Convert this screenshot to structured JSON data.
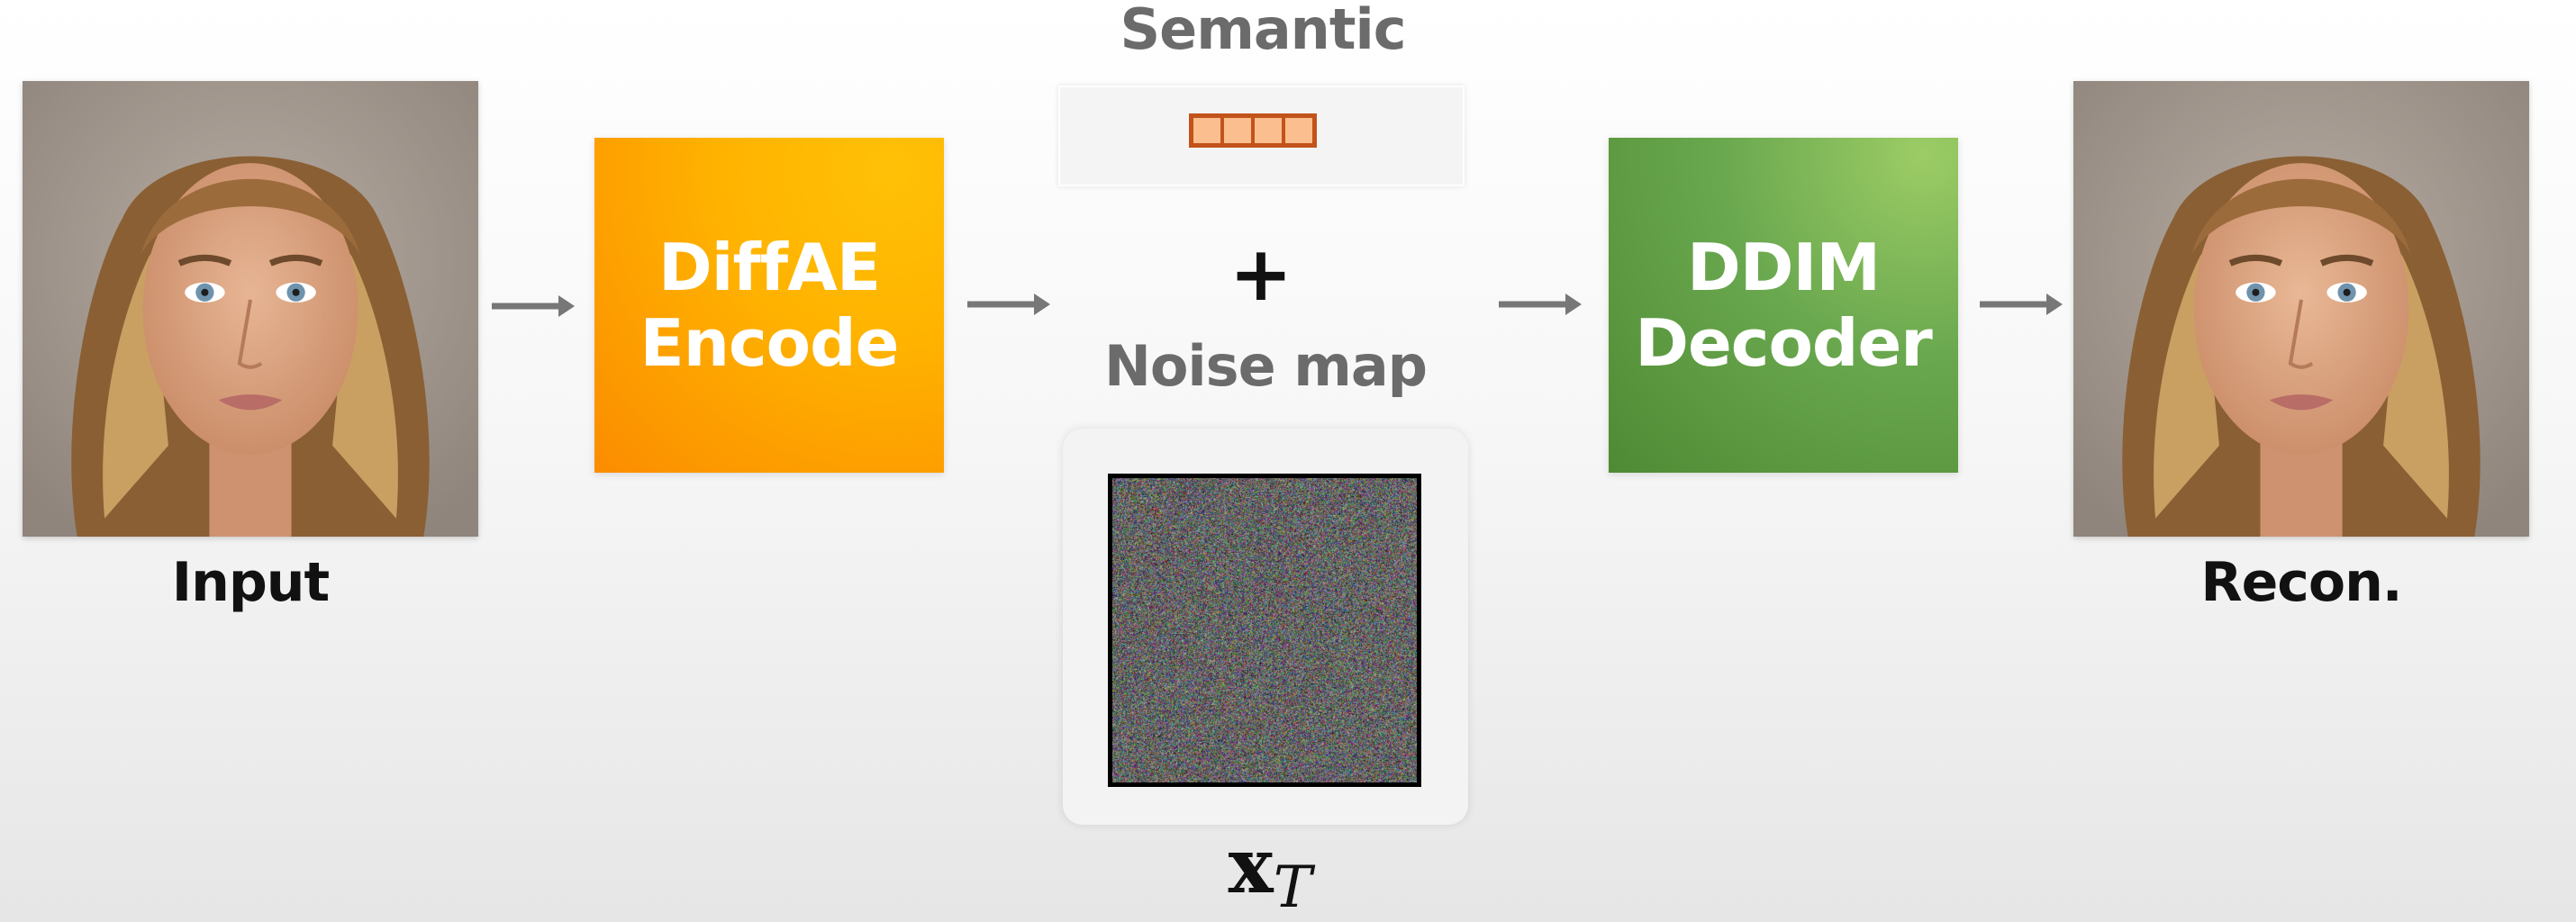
{
  "input": {
    "caption": "Input"
  },
  "encoder": {
    "line1": "DiffAE",
    "line2": "Encode",
    "color": "#ffb300"
  },
  "semantic": {
    "title": "Semantic",
    "cells": 4,
    "cell_color": "#fbbf8f",
    "border_color": "#c2531b"
  },
  "combine": {
    "symbol": "+"
  },
  "noise": {
    "title": "Noise map",
    "symbol_main": "x",
    "symbol_sub": "T"
  },
  "decoder": {
    "line1": "DDIM",
    "line2": "Decoder",
    "color": "#6aa84f"
  },
  "output": {
    "caption": "Recon."
  },
  "colors": {
    "arrow": "#777777",
    "title_gray": "#6b6b6b"
  }
}
